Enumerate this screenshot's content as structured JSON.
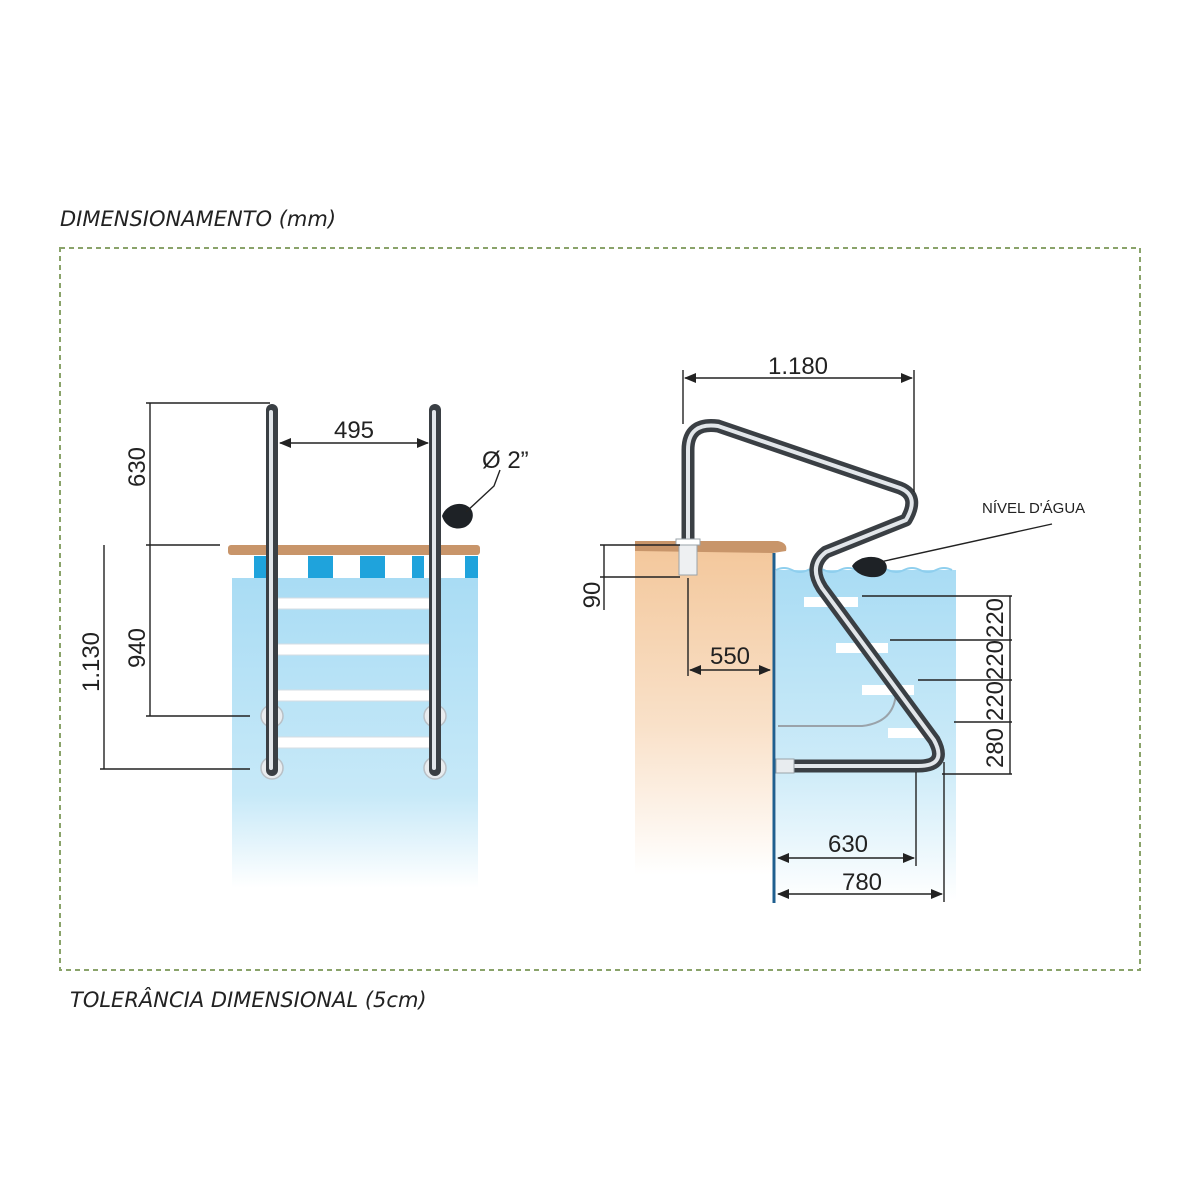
{
  "header": {
    "title": "DIMENSIONAMENTO (mm)"
  },
  "footer": {
    "note": "TOLERÂNCIA DIMENSIONAL (5cm)"
  },
  "front_view": {
    "dims": {
      "width": "495",
      "above_deck": "630",
      "below_deck": "940",
      "total_depth": "1.130",
      "pipe_diameter": "Ø 2”"
    }
  },
  "side_view": {
    "dims": {
      "overall_length": "1.180",
      "deck_thickness": "90",
      "anchor_offset": "550",
      "step_spacing_1": "220",
      "step_spacing_2": "220",
      "step_spacing_3": "220",
      "bottom_spacing": "280",
      "inner_reach": "630",
      "outer_reach": "780"
    },
    "labels": {
      "water_level": "NÍVEL D'ÁGUA"
    }
  },
  "colors": {
    "frame": "#8aa36a",
    "water": "#a9dcf4",
    "deck": "#c8956a",
    "tile": "#1fa3dc",
    "pipe_dark": "#3a3f44",
    "pipe_light": "#e2e6ea",
    "wall": "#f4cfa6",
    "pool_wall_edge": "#1f5f8f"
  }
}
